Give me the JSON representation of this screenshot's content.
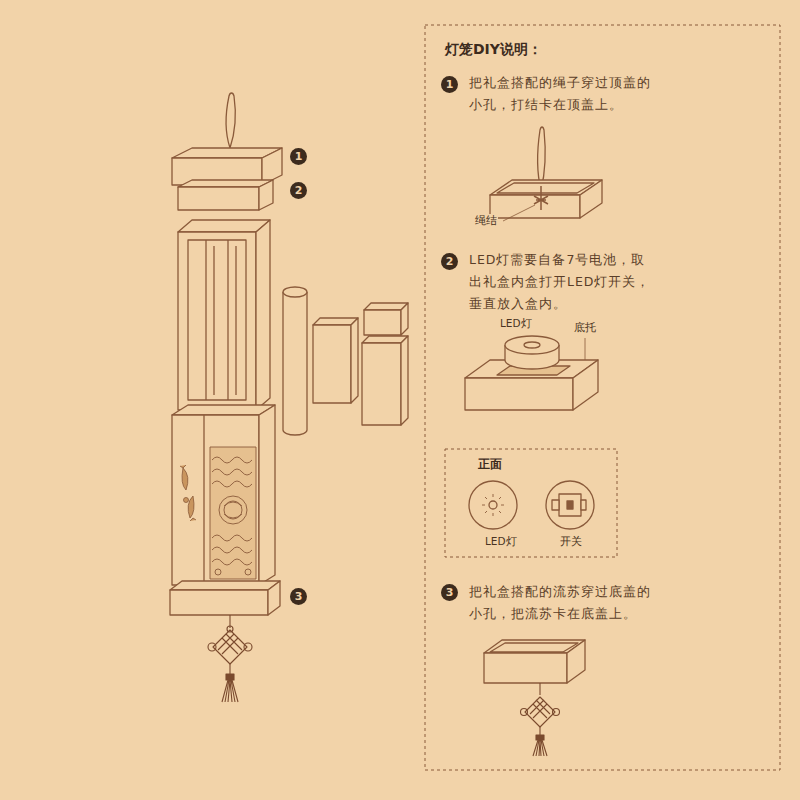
{
  "diagram": {
    "title": "灯笼DIY说明：",
    "labels": [
      "1",
      "2",
      "3",
      "1",
      "把礼盒搭配的绳子穿过顶盖的小孔，打结卡在顶盖上。",
      "绳结",
      "2",
      "LED灯需要自备7号电池，取出礼盒内盒打开LED灯开关，垂直放入盒内。",
      "LED灯",
      "底托",
      "正面",
      "LED灯",
      "开关",
      "3",
      "把礼盒搭配的流苏穿过底盖的小孔，把流苏卡在底盖上。"
    ]
  }
}
